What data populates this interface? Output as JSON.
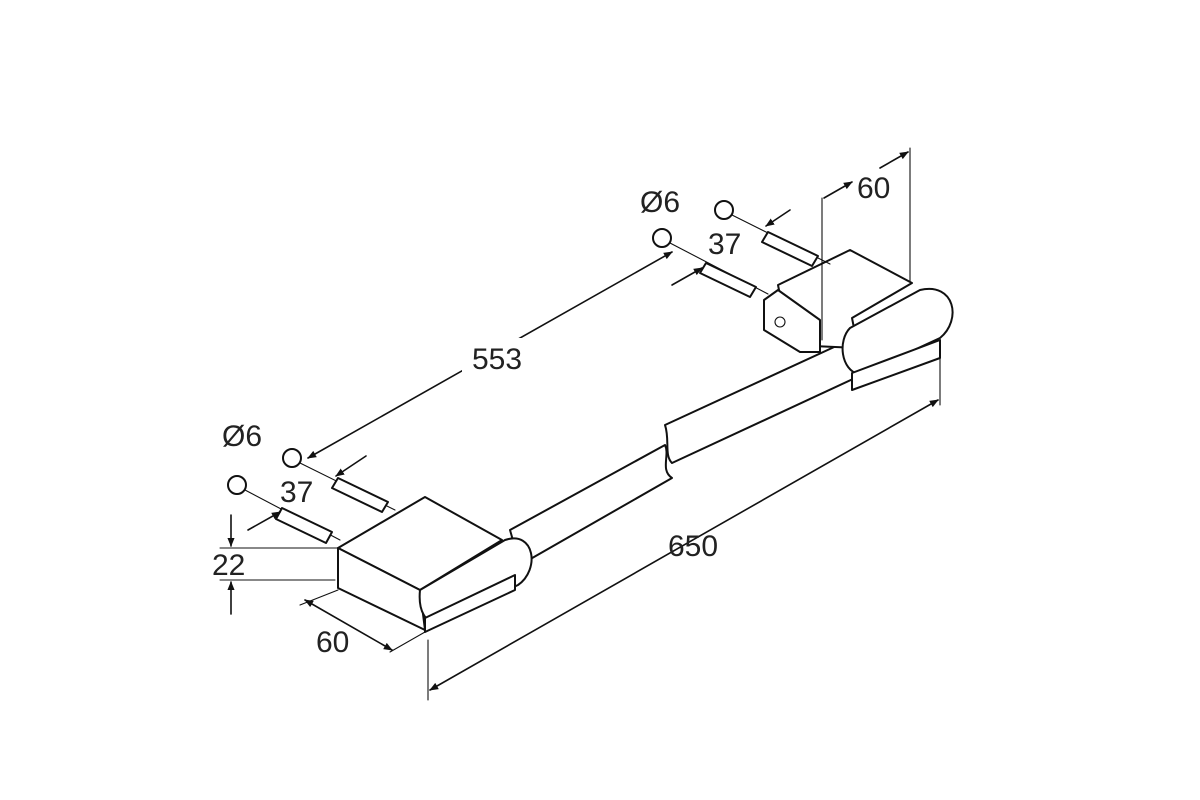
{
  "drawing": {
    "colors": {
      "line": "#111111",
      "text": "#222222",
      "background": "#ffffff"
    },
    "dimensions": {
      "overall_length": "650",
      "hole_spacing": "553",
      "depth_left": "60",
      "depth_right": "60",
      "height": "22",
      "screw_length_left": "37",
      "screw_length_right": "37",
      "diameter_left": "Ø6",
      "diameter_right": "Ø6"
    }
  }
}
